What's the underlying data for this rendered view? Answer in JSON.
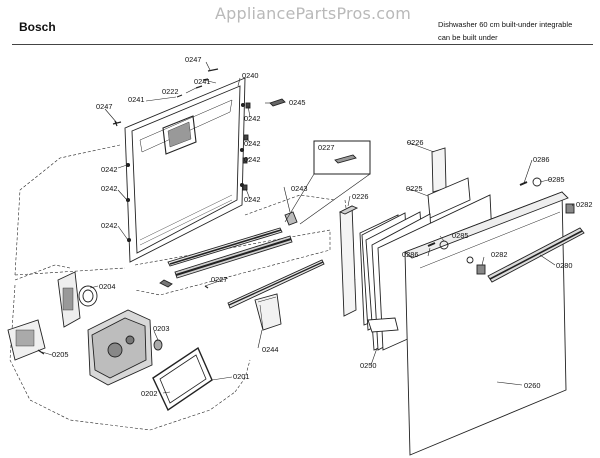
{
  "watermark": "AppliancePartsPros.com",
  "header": {
    "brand": "Bosch",
    "description_line1": "Dishwasher 60 cm built-under integrable",
    "description_line2": "can be built under"
  },
  "parts": {
    "p0247a": "0247",
    "p0241a": "0241",
    "p0240": "0240",
    "p0222": "0222",
    "p0241b": "0241",
    "p0247b": "0247",
    "p0245": "0245",
    "p0242a": "0242",
    "p0242b": "0242",
    "p0242c": "0242",
    "p0242d": "0242",
    "p0242e": "0242",
    "p0242f": "0242",
    "p0242g": "0242",
    "p0227a": "0227",
    "p0243": "0243",
    "p0227b": "0227",
    "p0226a": "0226",
    "p0226b": "0226",
    "p0225": "0225",
    "p0286a": "0286",
    "p0285a": "0285",
    "p0282a": "0282",
    "p0286b": "0286",
    "p0285b": "0285",
    "p0282b": "0282",
    "p0280": "0280",
    "p0204": "0204",
    "p0203": "0203",
    "p0205": "0205",
    "p0202": "0202",
    "p0201": "0201",
    "p0244": "0244",
    "p0250": "0250",
    "p0260": "0260"
  }
}
